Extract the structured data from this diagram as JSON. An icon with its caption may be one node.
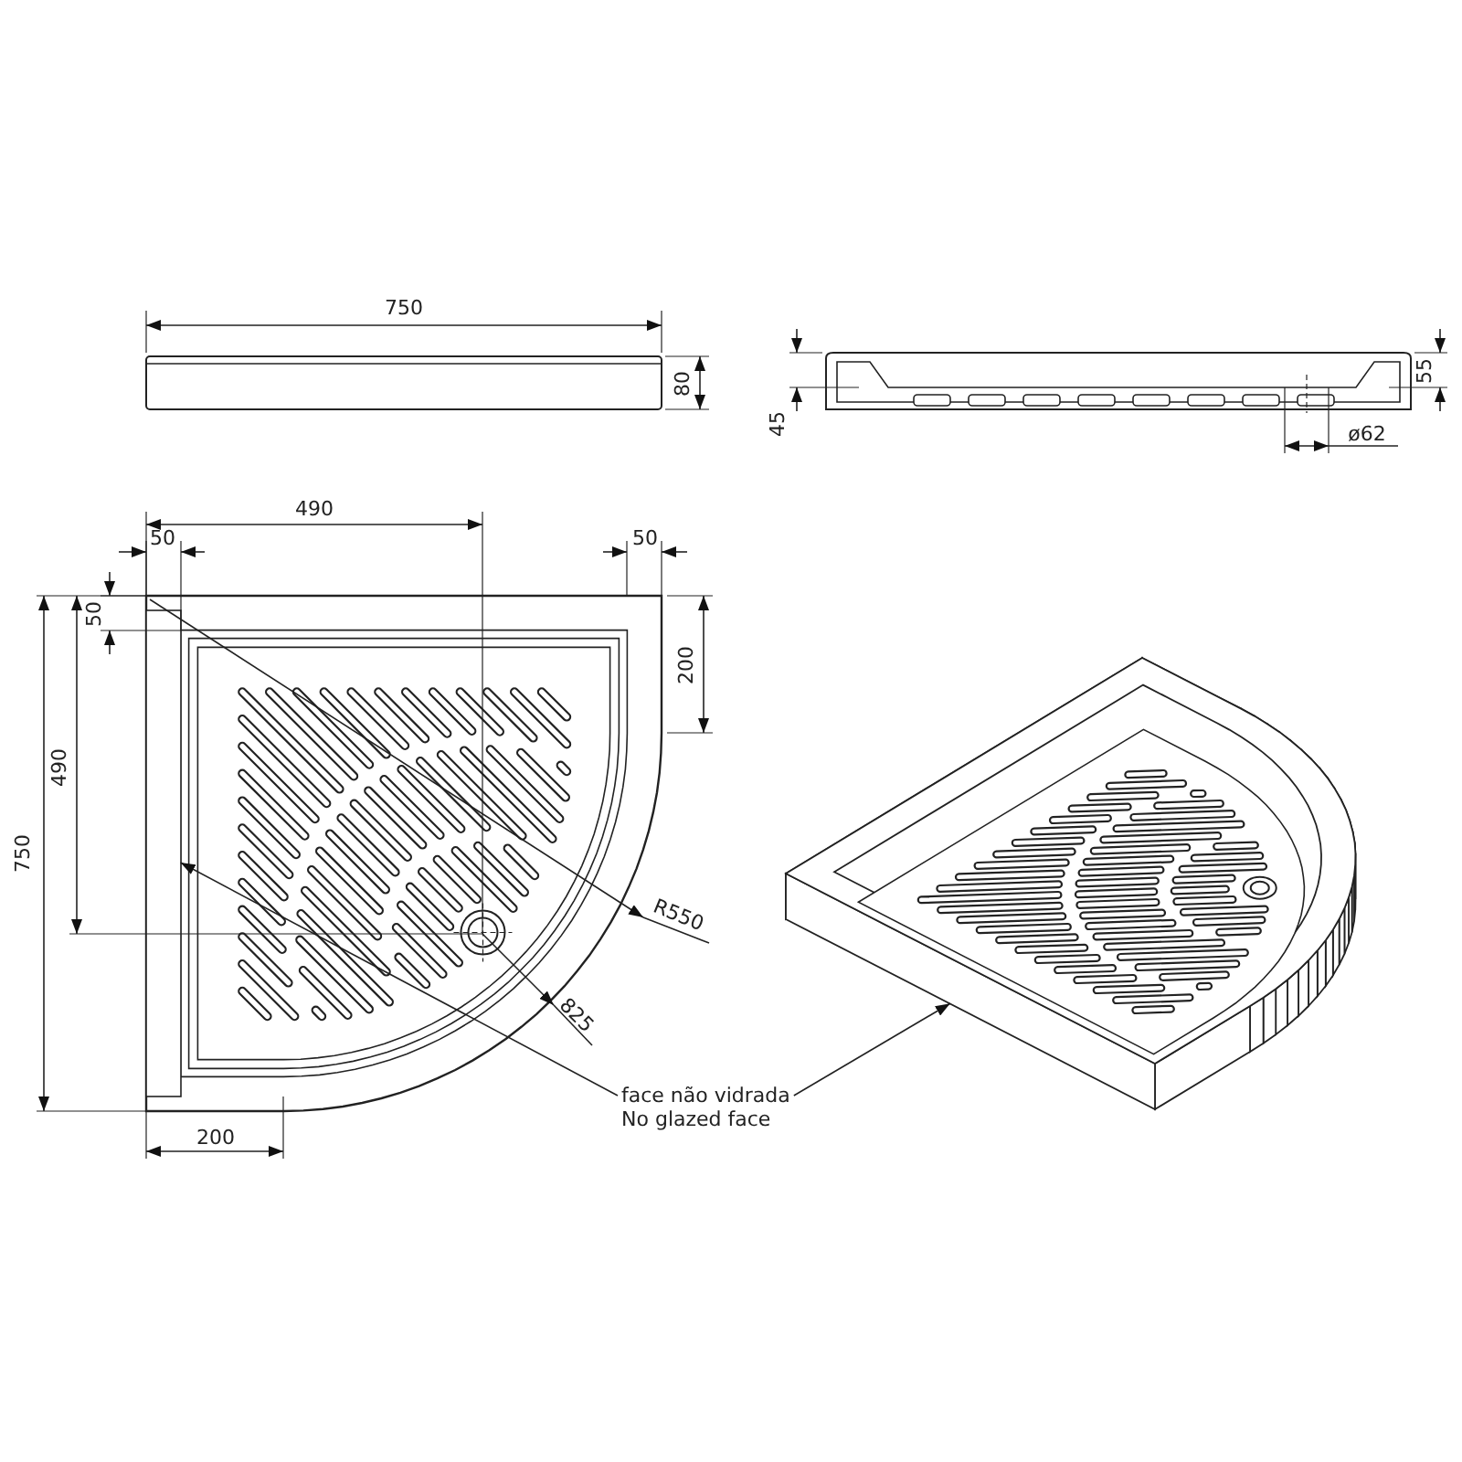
{
  "diagram": {
    "nodes": [
      {
        "text": [
          "face não vidrada",
          "No glazed face"
        ]
      },
      {
        "text": [],
        "shape": "bar"
      },
      {
        "text": [],
        "shape": "bar"
      }
    ],
    "edges": [
      {
        "from": 0,
        "to": 1,
        "arrow": "to"
      },
      {
        "from": 0,
        "to": 2,
        "arrow": "to"
      }
    ],
    "labels": [
      "750",
      "80",
      "55",
      "45",
      "ø62",
      "490",
      "50",
      "50",
      "50",
      "200",
      "750",
      "490",
      "R550",
      "825",
      "200"
    ]
  }
}
